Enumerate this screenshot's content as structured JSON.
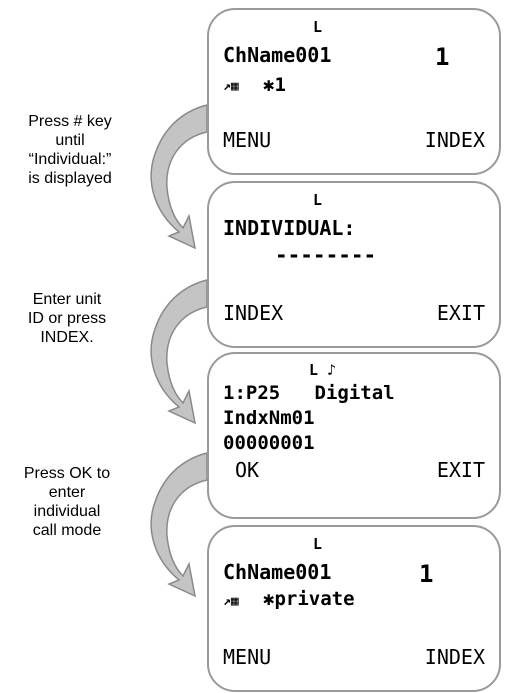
{
  "instructions": [
    {
      "lines": [
        "Press # key",
        "until",
        "“Individual:”",
        "is displayed"
      ]
    },
    {
      "lines": [
        "Enter unit",
        "ID or press",
        "INDEX."
      ]
    },
    {
      "lines": [
        "Press OK to",
        "enter",
        "individual",
        "call mode"
      ]
    }
  ],
  "screens": {
    "s1": {
      "top_icon": "L",
      "channel": "ChName001",
      "zone": "1",
      "status_icons": "↗▦",
      "status_text": "✱1",
      "left_softkey": "MENU",
      "right_softkey": "INDEX"
    },
    "s2": {
      "top_icon": "L",
      "title": "INDIVIDUAL:",
      "entry": "--------",
      "left_softkey": "INDEX",
      "right_softkey": "EXIT"
    },
    "s3": {
      "top_icon": "L ♪",
      "line1": "1:P25   Digital",
      "line2": "IndxNm01",
      "line3": "00000001",
      "left_softkey": "OK",
      "right_softkey": "EXIT"
    },
    "s4": {
      "top_icon": "L",
      "channel": "ChName001",
      "zone": "1",
      "status_icons": "↗▦",
      "status_text": "✱private",
      "left_softkey": "MENU",
      "right_softkey": "INDEX"
    }
  },
  "colors": {
    "arrow_fill": "#c4c4c4",
    "arrow_stroke": "#8a8a8a",
    "screen_border": "#9a9a9a"
  }
}
